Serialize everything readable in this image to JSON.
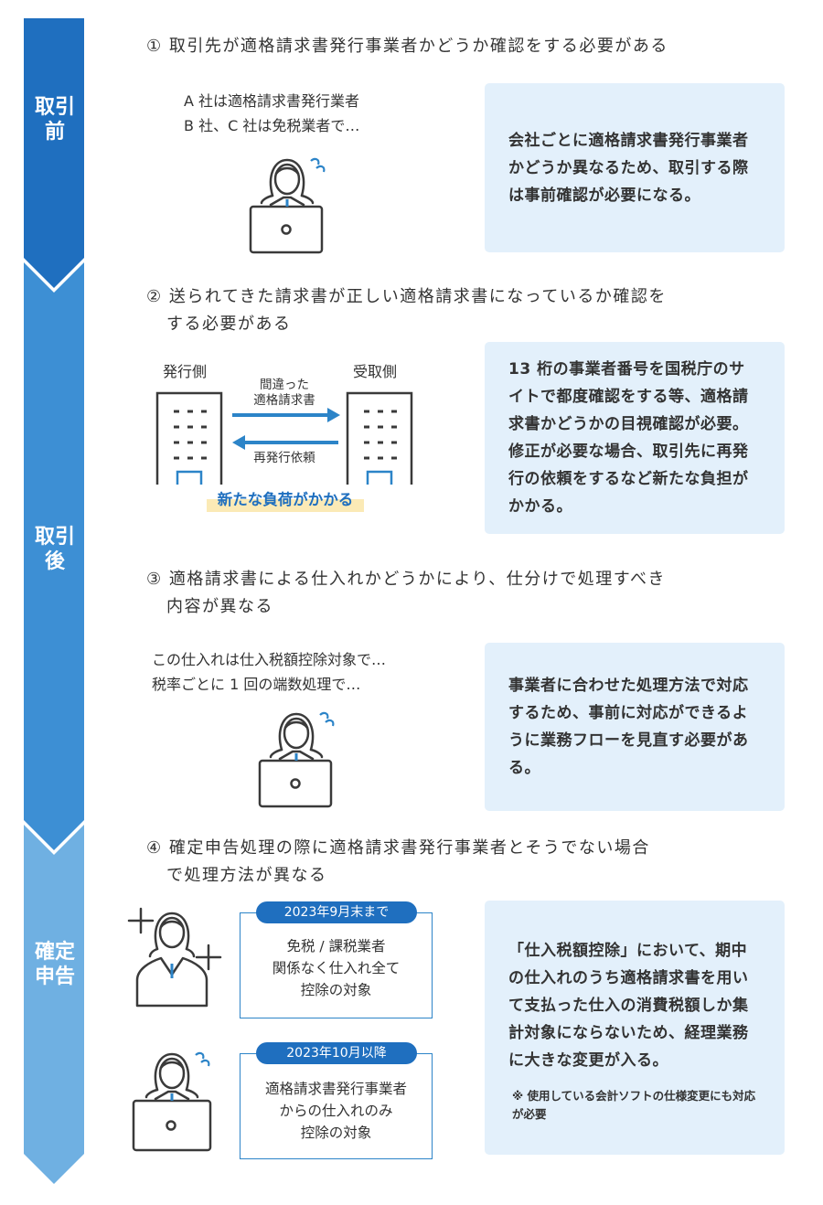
{
  "phases": {
    "before": "取引前",
    "after": "取引後",
    "tax_return": "確定申告"
  },
  "section1": {
    "heading": "① 取引先が適格請求書発行事業者かどうか確認をする必要がある",
    "speech_line1": "A 社は適格請求書発行業者",
    "speech_line2": "B 社、C 社は免税業者で…",
    "info_text": "会社ごとに適格請求書発行事業者かどうか異なるため、取引する際は事前確認が必要になる。"
  },
  "section2": {
    "heading_line1": "② 送られてきた請求書が正しい適格請求書になっているか確認を",
    "heading_line2": "する必要がある",
    "issuer_label": "発行側",
    "receiver_label": "受取側",
    "arrow_right_line1": "間違った",
    "arrow_right_line2": "適格請求書",
    "arrow_left_label": "再発行依頼",
    "burden_label": "新たな負荷がかかる",
    "info_text": "13 桁の事業者番号を国税庁のサイトで都度確認をする等、適格請求書かどうかの目視確認が必要。修正が必要な場合、取引先に再発行の依頼をするなど新たな負担がかかる。"
  },
  "section3": {
    "heading_line1": "③ 適格請求書による仕入れかどうかにより、仕分けで処理すべき",
    "heading_line2": "内容が異なる",
    "speech_line1": "この仕入れは仕入税額控除対象で…",
    "speech_line2": "税率ごとに 1 回の端数処理で…",
    "info_text": "事業者に合わせた処理方法で対応するため、事前に対応ができるように業務フローを見直す必要がある。"
  },
  "section4": {
    "heading_line1": "④ 確定申告処理の際に適格請求書発行事業者とそうでない場合",
    "heading_line2": "で処理方法が異なる",
    "card1_pill": "2023年9月末まで",
    "card1_line1": "免税 / 課税業者",
    "card1_line2": "関係なく仕入れ全て",
    "card1_line3": "控除の対象",
    "card2_pill": "2023年10月以降",
    "card2_line1": "適格請求書発行事業者",
    "card2_line2": "からの仕入れのみ",
    "card2_line3": "控除の対象",
    "info_text": "「仕入税額控除」において、期中の仕入れのうち適格請求書を用いて支払った仕入の消費税額しか集計対象にならないため、経理業務に大きな変更が入る。",
    "info_note": "※ 使用している会計ソフトの仕様変更にも対応が必要"
  },
  "colors": {
    "phase1": "#1f6fbf",
    "phase2": "#3d8fd4",
    "phase3": "#6fb0e2",
    "info_bg": "#e3f0fb",
    "accent": "#2c84c8",
    "highlight": "#fbeab6"
  }
}
